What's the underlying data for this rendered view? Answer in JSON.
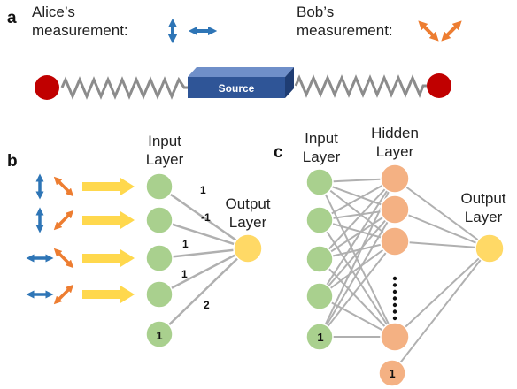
{
  "panel_a": {
    "letter": "a",
    "alice_label_line1": "Alice’s",
    "alice_label_line2": "measurement:",
    "bob_label_line1": "Bob’s",
    "bob_label_line2": "measurement:",
    "source_label": "Source"
  },
  "panel_b": {
    "letter": "b",
    "input_layer_line1": "Input",
    "input_layer_line2": "Layer",
    "output_layer_line1": "Output",
    "output_layer_line2": "Layer",
    "weights": [
      "1",
      "-1",
      "1",
      "1",
      "2"
    ],
    "bias_label": "1"
  },
  "panel_c": {
    "letter": "c",
    "input_layer_line1": "Input",
    "input_layer_line2": "Layer",
    "hidden_layer_line1": "Hidden",
    "hidden_layer_line2": "Layer",
    "output_layer_line1": "Output",
    "output_layer_line2": "Layer",
    "input_bias_label": "1",
    "hidden_bias_label": "1"
  },
  "colors": {
    "alice_blue": "#2e75b6",
    "bob_orange": "#ed7d31",
    "input_node_green": "#a9d08e",
    "hidden_node_salmon": "#f4b183",
    "output_node_yellow": "#ffd966",
    "feed_arrow_yellow": "#ffd84d",
    "edge_gray": "#b0b0b0",
    "particle_red": "#c00000",
    "source_box_blue": "#2f5597"
  }
}
